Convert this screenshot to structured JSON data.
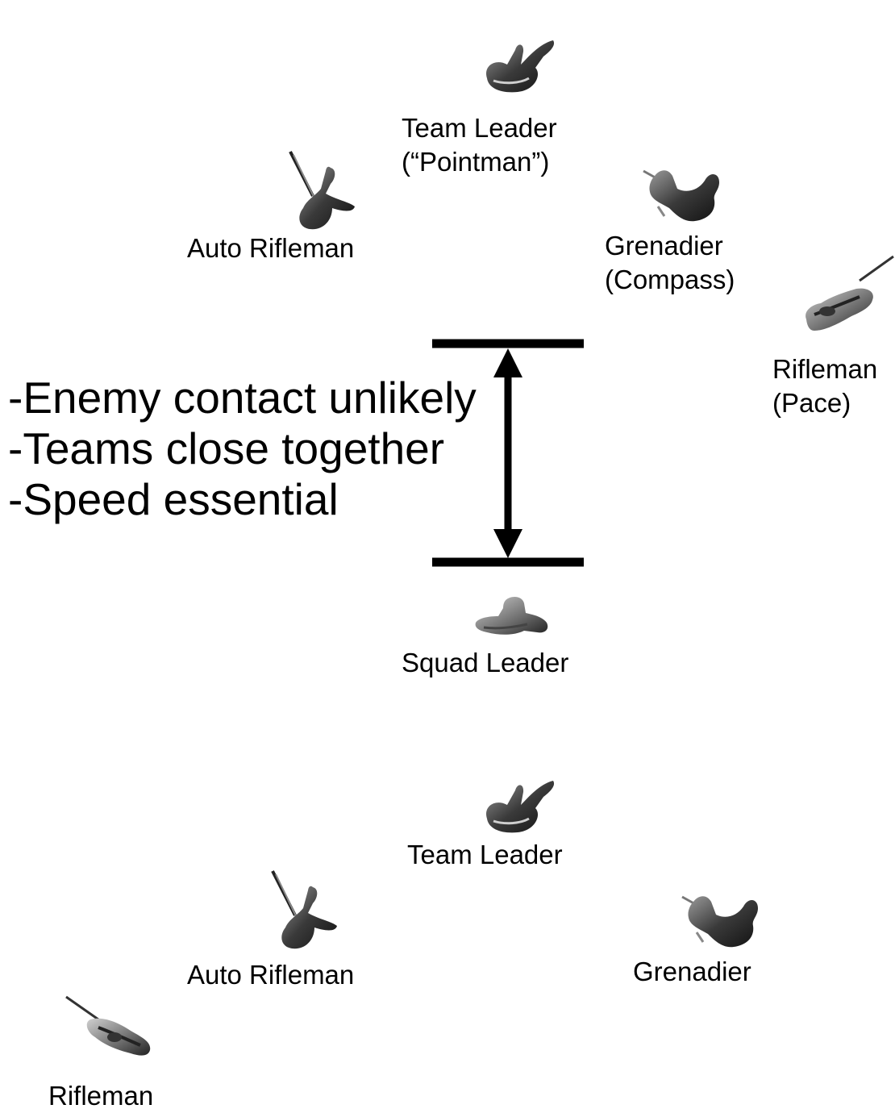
{
  "team1": {
    "team_leader": [
      "Team Leader",
      "(“Pointman”)"
    ],
    "auto_rifleman": "Auto Rifleman",
    "grenadier": [
      "Grenadier",
      "(Compass)"
    ],
    "rifleman": [
      "Rifleman",
      "(Pace)"
    ]
  },
  "squad_leader": "Squad Leader",
  "conditions": [
    "-Enemy contact unlikely",
    "-Teams close together",
    "-Speed essential"
  ],
  "team2": {
    "team_leader": "Team Leader",
    "auto_rifleman": "Auto Rifleman",
    "grenadier": "Grenadier",
    "rifleman": "Rifleman"
  },
  "icons": {
    "prone_kneeling": "soldier-kneeling-icon",
    "prone_auto_rifleman": "soldier-auto-rifleman-icon",
    "prone_grenadier": "soldier-grenadier-icon",
    "prone_rifleman": "soldier-rifleman-icon"
  }
}
